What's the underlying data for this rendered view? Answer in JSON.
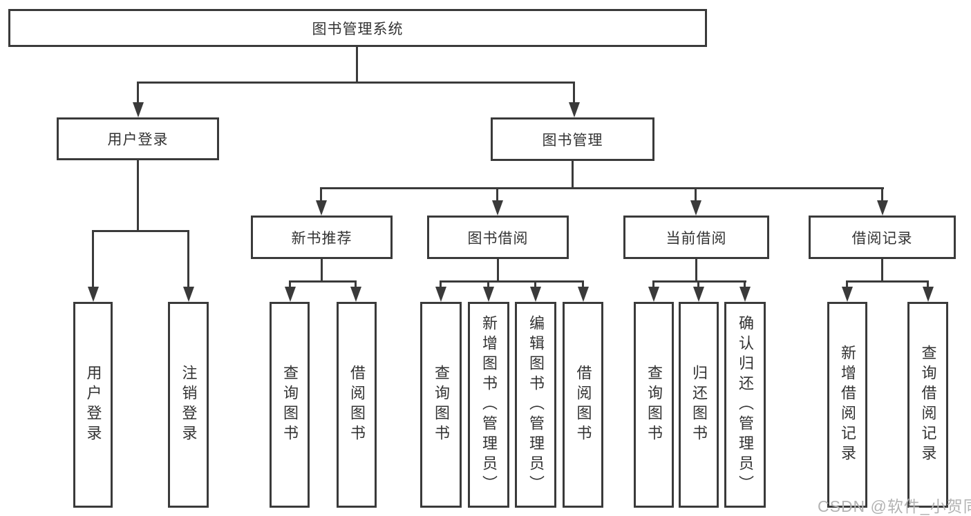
{
  "diagram": {
    "root": {
      "label": "图书管理系统"
    },
    "level2": [
      {
        "label": "用户登录"
      },
      {
        "label": "图书管理"
      }
    ],
    "level3": [
      {
        "label": "新书推荐"
      },
      {
        "label": "图书借阅"
      },
      {
        "label": "当前借阅"
      },
      {
        "label": "借阅记录"
      }
    ],
    "leaves": {
      "login": [
        "用户登录",
        "注销登录"
      ],
      "recommend": [
        "查询图书",
        "借阅图书"
      ],
      "borrow": [
        "查询图书",
        "新增图书（管理员）",
        "编辑图书（管理员）",
        "借阅图书"
      ],
      "current": [
        "查询图书",
        "归还图书",
        "确认归还（管理员）"
      ],
      "records": [
        "新增借阅记录",
        "查询借阅记录"
      ]
    }
  },
  "watermark": {
    "text": "CSDN @软件_小贺同学"
  },
  "colors": {
    "line": "#3a3a3a",
    "background": "#ffffff",
    "text": "#333333",
    "watermark": "#b3b3b3"
  }
}
